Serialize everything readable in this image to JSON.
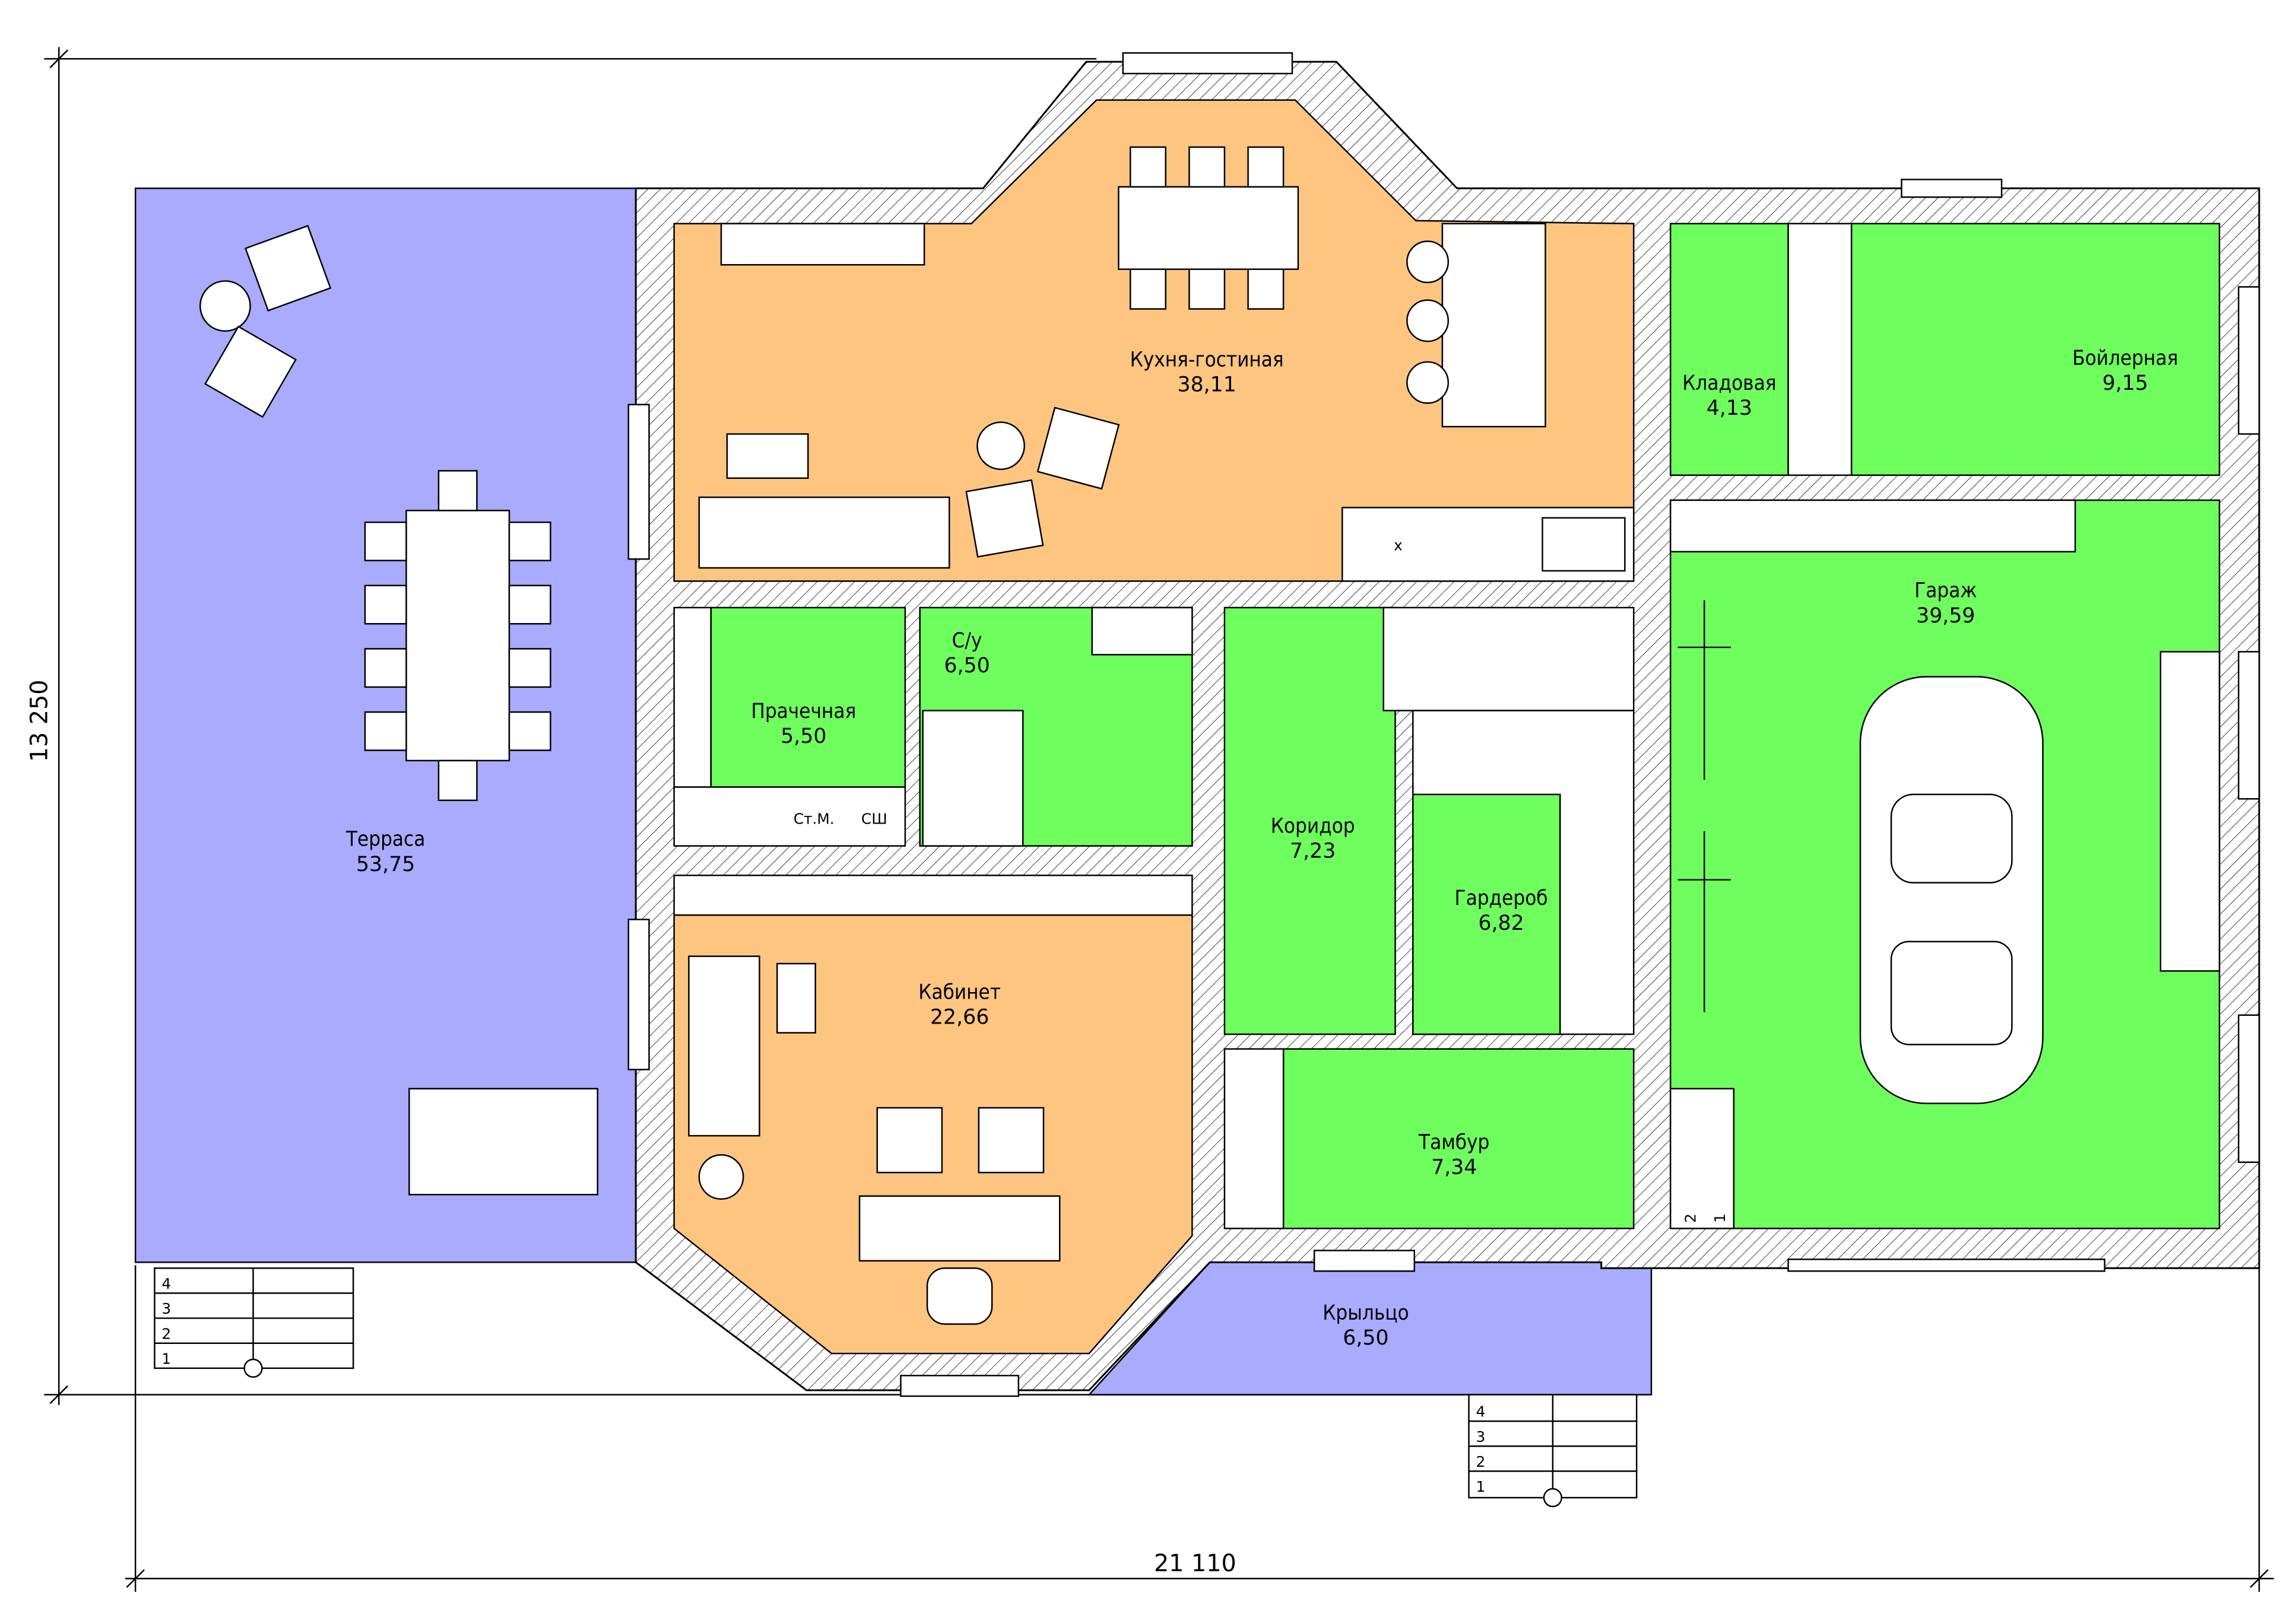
{
  "colors": {
    "living": "#fdc57f",
    "service": "#6eff5e",
    "outdoor": "#aaaaff",
    "wall_hatch": "#000000"
  },
  "rooms": {
    "terrace": {
      "name": "Терраса",
      "area": "53,75"
    },
    "kitchen": {
      "name": "Кухня-гостиная",
      "area": "38,11"
    },
    "pantry": {
      "name": "Кладовая",
      "area": "4,13"
    },
    "boiler": {
      "name": "Бойлерная",
      "area": "9,15"
    },
    "laundry": {
      "name": "Прачечная",
      "area": "5,50"
    },
    "bathroom": {
      "name": "С/у",
      "area": "6,50"
    },
    "corridor": {
      "name": "Коридор",
      "area": "7,23"
    },
    "wardrobe": {
      "name": "Гардероб",
      "area": "6,82"
    },
    "garage": {
      "name": "Гараж",
      "area": "39,59"
    },
    "study": {
      "name": "Кабинет",
      "area": "22,66"
    },
    "vestibule": {
      "name": "Тамбур",
      "area": "7,34"
    },
    "porch": {
      "name": "Крыльцо",
      "area": "6,50"
    }
  },
  "appliances": {
    "washer": "Ст.М.",
    "dryer": "СШ",
    "stove_mark": "х"
  },
  "stairs": {
    "terrace_steps": [
      "4",
      "3",
      "2",
      "1"
    ],
    "porch_steps": [
      "4",
      "3",
      "2",
      "1"
    ],
    "garage_steps": [
      "2",
      "1"
    ]
  },
  "dimensions": {
    "height": "13 250",
    "width": "21 110"
  }
}
